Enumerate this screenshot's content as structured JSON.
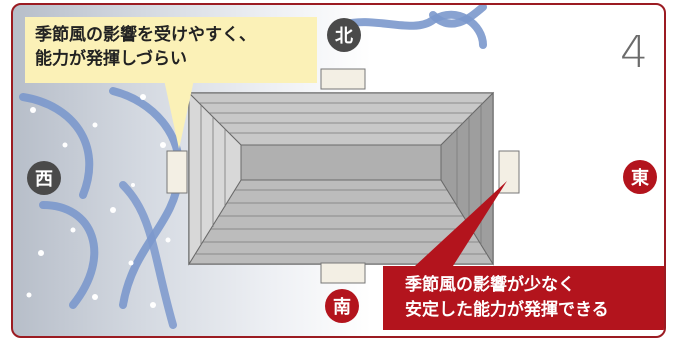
{
  "panel_number": "4",
  "callout_top": {
    "line1": "季節風の影響を受けやすく、",
    "line2": "能力が発揮しづらい"
  },
  "callout_bottom": {
    "line1": "季節風の影響が少なく",
    "line2": "安定した能力が発揮できる"
  },
  "directions": {
    "north": "北",
    "south": "南",
    "west": "西",
    "east": "東"
  },
  "colors": {
    "accent_red": "#b3141d",
    "direction_gray": "#4a4a4a",
    "callout_yellow": "#fbf1b7",
    "wind_blue": "#7b98cc",
    "roof_gray": "#a8a8a8"
  }
}
